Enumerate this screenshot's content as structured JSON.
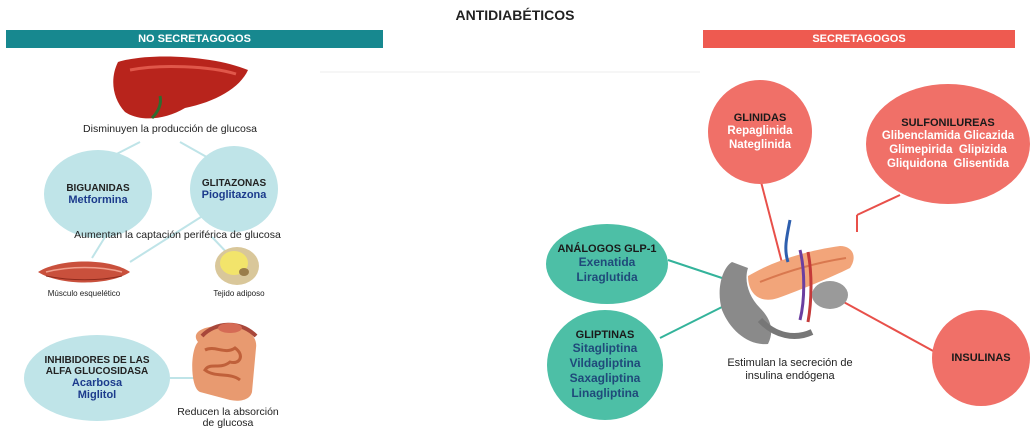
{
  "title": "ANTIDIABÉTICOS",
  "left_header": "NO SECRETAGOGOS",
  "right_header": "SECRETAGOGOS",
  "liver_caption": "Disminuyen la producción de glucosa",
  "biguanidas": {
    "title": "BIGUANIDAS",
    "drug": "Metformina"
  },
  "glitazonas": {
    "title": "GLITAZONAS",
    "drug": "Pioglitazona"
  },
  "uptake_caption": "Aumentan la captación periférica de glucosa",
  "muscle_label": "Músculo esquelético",
  "adipose_label": "Tejido adiposo",
  "inhibidores": {
    "title1": "INHIBIDORES DE LAS",
    "title2": "ALFA GLUCOSIDASA",
    "drug1": "Acarbosa",
    "drug2": "Miglitol"
  },
  "absorption_caption1": "Reducen la absorción",
  "absorption_caption2": "de glucosa",
  "glinidas": {
    "title": "GLINIDAS",
    "drugs": [
      "Repaglinida",
      "Nateglinida"
    ]
  },
  "sulfonilureas": {
    "title": "SULFONILUREAS",
    "drugs": [
      "Glibenclamida Glicazida",
      "Glimepirida  Glipizida",
      "Gliquidona  Glisentida"
    ]
  },
  "glp1": {
    "title": "ANÁLOGOS GLP-1",
    "drugs": [
      "Exenatida",
      "Liraglutida"
    ]
  },
  "gliptinas": {
    "title": "GLIPTINAS",
    "drugs": [
      "Sitagliptina",
      "Vildagliptina",
      "Saxagliptina",
      "Linagliptina"
    ]
  },
  "insulinas": {
    "title": "INSULINAS"
  },
  "pancreas_caption1": "Estimulan la secreción de",
  "pancreas_caption2": "insulina endógena",
  "colors": {
    "teal_bar": "#17888f",
    "red_bar": "#ee5a50",
    "light_cyan": "#bfe4e8",
    "green": "#4dbfa6",
    "salmon": "#f07068"
  }
}
